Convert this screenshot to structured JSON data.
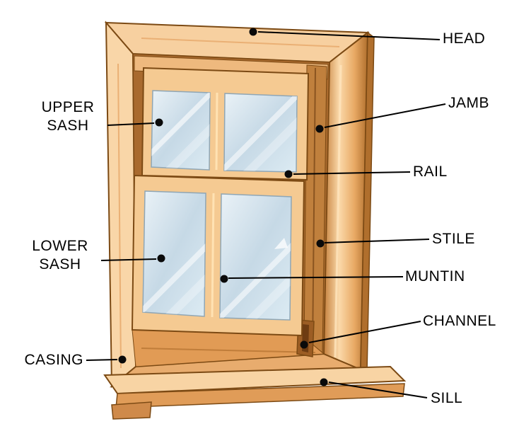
{
  "diagram": {
    "subject": "window-parts",
    "labels": {
      "head": "HEAD",
      "jamb": "JAMB",
      "rail": "RAIL",
      "stile": "STILE",
      "muntin": "MUNTIN",
      "channel": "CHANNEL",
      "sill": "SILL",
      "upper_sash": "UPPER SASH",
      "lower_sash": "LOWER SASH",
      "casing": "CASING"
    },
    "colors": {
      "label_text": "#000000",
      "callout": "#000000",
      "wood_light": "#f8d6a6",
      "wood_mid": "#edb377",
      "wood_dark": "#c98443",
      "wood_outline": "#7c4a14",
      "glass": "#cfe1ec"
    }
  }
}
